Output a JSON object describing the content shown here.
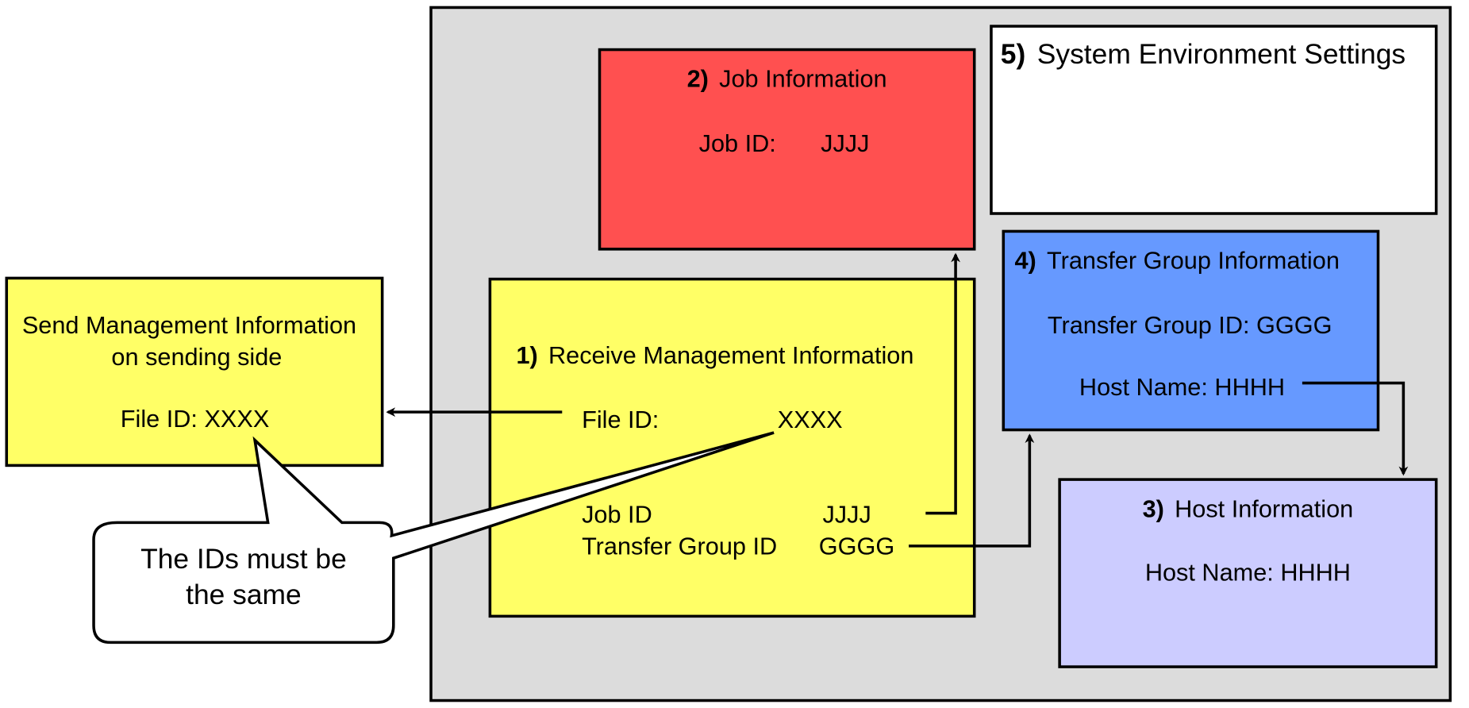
{
  "colors": {
    "panel": "#dcdcdc",
    "send_box": "#ffff66",
    "receive_box": "#ffff66",
    "job_box": "#ff5050",
    "system_box": "#ffffff",
    "transfer_group_box": "#6699ff",
    "host_box": "#ccccff",
    "callout": "#ffffff"
  },
  "send_box": {
    "title_line1": "Send Management Information",
    "title_line2": "on sending side",
    "file_id_label": "File ID:",
    "file_id_value": "XXXX"
  },
  "receive_box": {
    "number": "1)",
    "title": "Receive Management Information",
    "file_id_label": "File ID:",
    "file_id_value": "XXXX",
    "job_id_label": "Job ID",
    "job_id_value": "JJJJ",
    "transfer_group_id_label": "Transfer Group ID",
    "transfer_group_id_value": "GGGG"
  },
  "job_box": {
    "number": "2)",
    "title": "Job Information",
    "job_id_label": "Job ID:",
    "job_id_value": "JJJJ"
  },
  "host_box": {
    "number": "3)",
    "title": "Host Information",
    "host_name_label": "Host Name:",
    "host_name_value": "HHHH"
  },
  "transfer_group_box": {
    "number": "4)",
    "title": "Transfer Group Information",
    "transfer_group_id_label": "Transfer Group ID:",
    "transfer_group_id_value": "GGGG",
    "host_name_label": "Host Name:",
    "host_name_value": "HHHH"
  },
  "system_box": {
    "number": "5)",
    "title": "System Environment Settings"
  },
  "callout": {
    "line1": "The IDs must be",
    "line2": "the same"
  }
}
